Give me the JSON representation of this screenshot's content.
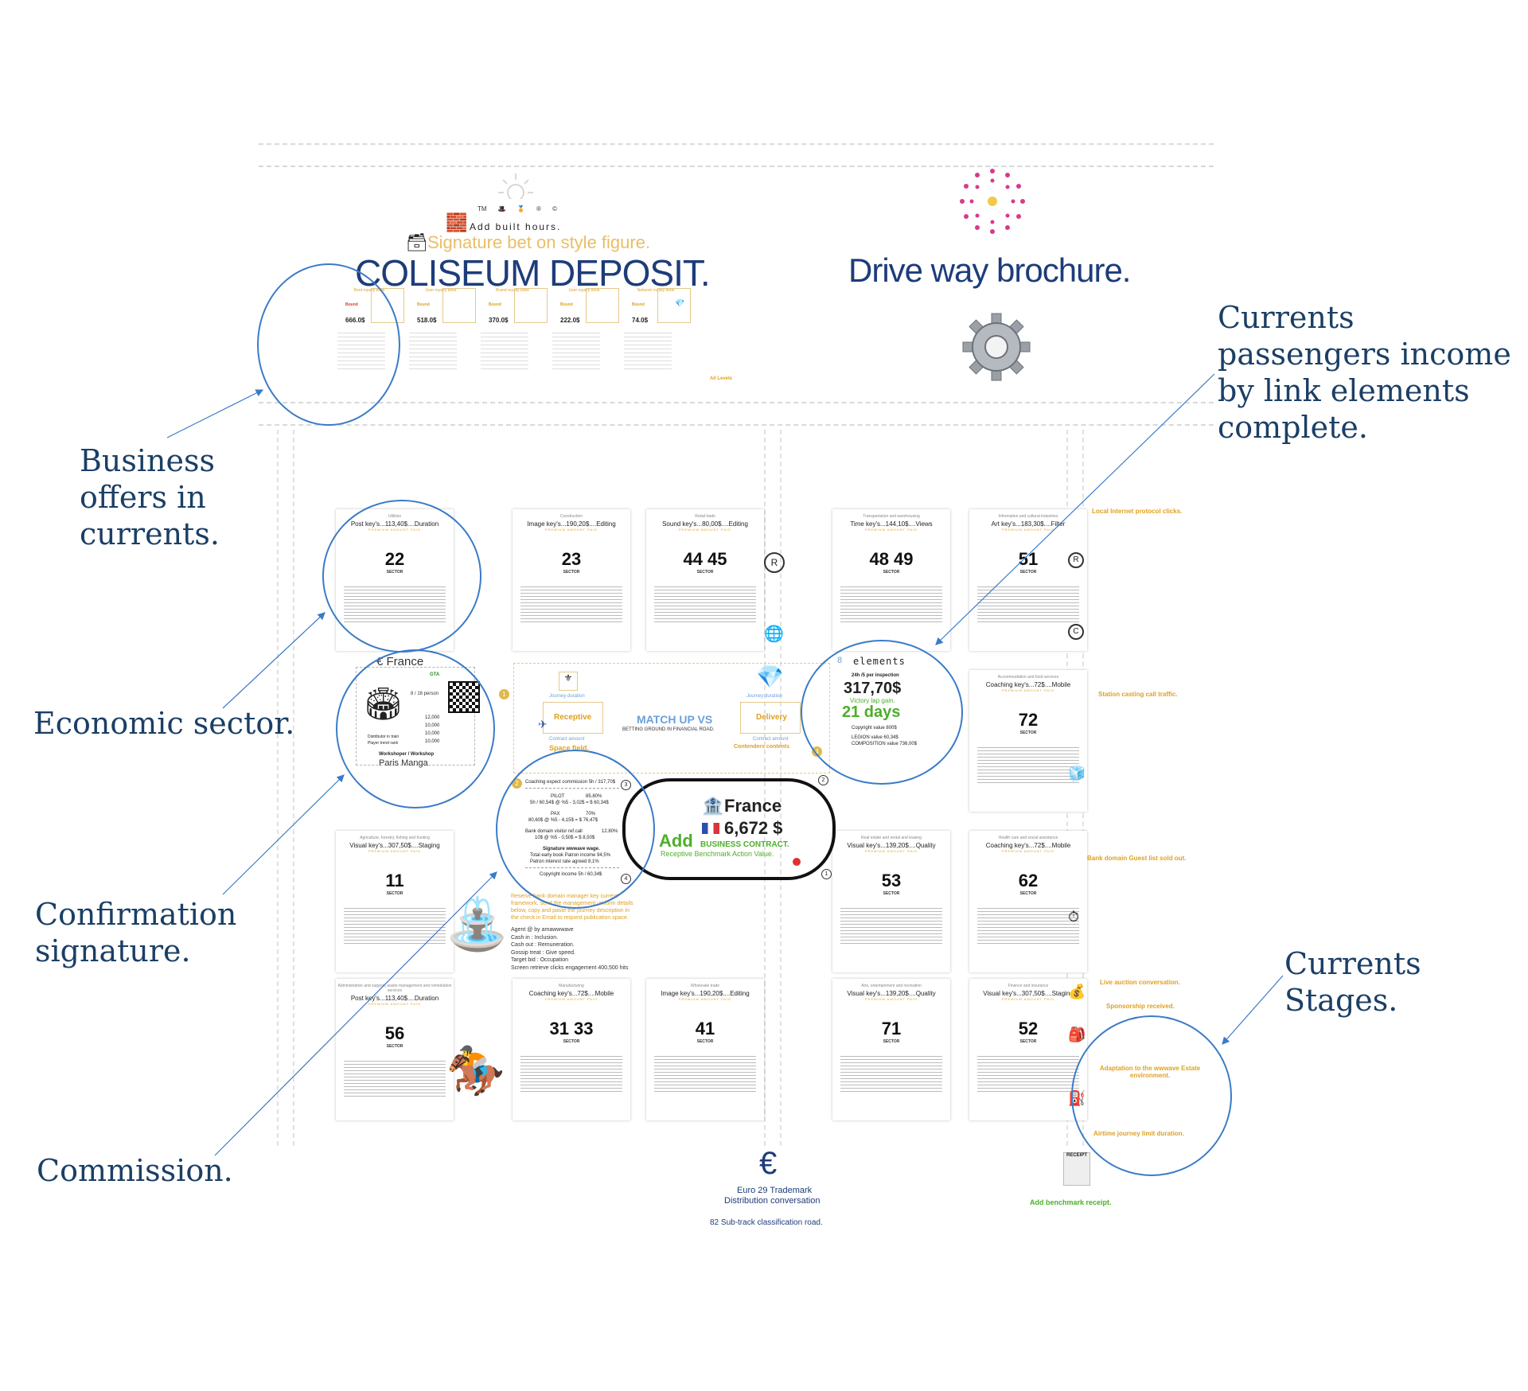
{
  "header": {
    "add_built_hours": "Add built hours.",
    "signature_bet": "Signature bet on style figure.",
    "brand_left": "COLISEUM DEPOSIT.",
    "brand_right": "Drive way brochure.",
    "tiny_icon_labels": [
      "TM",
      "®",
      "©"
    ]
  },
  "royalty_row": {
    "columns": [
      {
        "label": "Rent royalty book",
        "bound": "Bound",
        "value": "666.0$"
      },
      {
        "label": "User royalty book",
        "bound": "Bound",
        "value": "518.0$"
      },
      {
        "label": "Brand royalty book",
        "bound": "Bound",
        "value": "370.0$"
      },
      {
        "label": "User royalty book",
        "bound": "Bound",
        "value": "222.0$"
      },
      {
        "label": "Network royalty book",
        "bound": "Bound",
        "value": "74.0$"
      }
    ],
    "all_levels": "All Levels"
  },
  "callouts": {
    "business_offers": "Business offers in currents.",
    "economic_sector": "Economic sector.",
    "confirmation_signature": "Confirmation signature.",
    "commission": "Commission.",
    "currents_passengers": "Currents passengers income by link elements complete.",
    "currents_stages": "Currents Stages."
  },
  "cards": [
    {
      "category": "Utilities",
      "key": "Post key's...113,40$....Duration",
      "premium": "PREMIUM AMOUNT PAID",
      "number": "22",
      "sector": "SECTOR"
    },
    {
      "category": "Construction",
      "key": "Image key's...190,20$....Editing",
      "premium": "PREMIUM AMOUNT PAID",
      "number": "23",
      "sector": "SECTOR"
    },
    {
      "category": "Retail trade",
      "key": "Sound key's...80,00$....Editing",
      "premium": "PREMIUM AMOUNT PAID",
      "number": "44 45",
      "sector": "SECTOR"
    },
    {
      "category": "Transportation and warehousing",
      "key": "Time key's...144,10$....Views",
      "premium": "PREMIUM AMOUNT PAID",
      "number": "48 49",
      "sector": "SECTOR"
    },
    {
      "category": "Information and cultural industries",
      "key": "Art key's...183,30$....Filter",
      "premium": "PREMIUM AMOUNT PAID",
      "number": "51",
      "sector": "SECTOR"
    },
    {
      "category": "Accommodation and food services",
      "key": "Coaching key's...72$....Mobile",
      "premium": "PREMIUM AMOUNT PAID",
      "number": "72",
      "sector": "SECTOR"
    },
    {
      "category": "Agriculture, forestry, fishing and hunting",
      "key": "Visual key's...307,50$....Staging",
      "premium": "PREMIUM AMOUNT PAID",
      "number": "11",
      "sector": "SECTOR"
    },
    {
      "category": "Real estate and rental and leasing",
      "key": "Visual key's...139,20$....Quality",
      "premium": "PREMIUM AMOUNT PAID",
      "number": "53",
      "sector": "SECTOR"
    },
    {
      "category": "Health care and social assistance",
      "key": "Coaching key's...72$....Mobile",
      "premium": "PREMIUM AMOUNT PAID",
      "number": "62",
      "sector": "SECTOR"
    },
    {
      "category": "Administrative and support, waste management and remediation services",
      "key": "Post key's...113,40$....Duration",
      "premium": "PREMIUM AMOUNT PAID",
      "number": "56",
      "sector": "SECTOR"
    },
    {
      "category": "Manufacturing",
      "key": "Coaching key's...72$....Mobile",
      "premium": "PREMIUM AMOUNT PAID",
      "number": "31 33",
      "sector": "SECTOR"
    },
    {
      "category": "Wholesale trade",
      "key": "Image key's...190,20$....Editing",
      "premium": "PREMIUM AMOUNT PAID",
      "number": "41",
      "sector": "SECTOR"
    },
    {
      "category": "Arts, entertainment and recreation",
      "key": "Visual key's...139,20$....Quality",
      "premium": "PREMIUM AMOUNT PAID",
      "number": "71",
      "sector": "SECTOR"
    },
    {
      "category": "Finance and insurance",
      "key": "Visual key's...307,50$....Staging",
      "premium": "PREMIUM AMOUNT PAID",
      "number": "52",
      "sector": "SECTOR"
    }
  ],
  "france_panel": {
    "title": "€ France",
    "gta": "GTA",
    "persons": "8 / 16 person",
    "values": [
      "12,000",
      "10,000",
      "10,000",
      "10,000"
    ],
    "distributor": "Distributor in train",
    "player": "Player trend rank",
    "workshop": "Workshoper / Workshop",
    "city": "Paris Manga"
  },
  "match": {
    "journey_left": "Journey duration",
    "journey_right": "Journey duration",
    "receptive": "Receptive",
    "delivery": "Delivery",
    "title": "MATCH UP VS",
    "subtitle": "BETTING GROUND IN FINANCIAL ROAD.",
    "contract_left": "Contract amount",
    "contract_right": "Contract amount",
    "space_field": "Space field.",
    "contenders": "Contenders contents"
  },
  "elements_panel": {
    "count": "8",
    "title": "elements",
    "per_inspection": "24h /5 per inspection",
    "amount": "317,70$",
    "gain": "Victory lap gain.",
    "days": "21 days",
    "copyright": "Copyright value 800$",
    "legion": "LEGION value 60,34$",
    "composition": "COMPOSITION value 736,00$"
  },
  "commission_panel": {
    "header": "Coaching expect commission 5h / 317,70$",
    "pilot_label": "PILOT",
    "pilot_pct": "85.80%",
    "pilot_line": "5h / 60,54$ @ %5 - 3,02$ = $ 60,34$",
    "pax_label": "PAX",
    "pax_pct": "70%",
    "pax_line": "80,60$ @ %5 - 4,15$ = $ 76,47$",
    "bank_label": "Bank domain visitor ref.call",
    "bank_pct": "12.80%",
    "bank_line": "10$ @ %5 - 0,50$ = $ 8,50$",
    "signature": "Signature wwwave wage.",
    "total_line": "Total early book Patron income 94,5%",
    "patron_line": "Patron interest rate agreed 8,1%",
    "copyright_line": "Copyright income 5h / 60,34$"
  },
  "france_center": {
    "title": "France",
    "amount": "6,672 $",
    "add": "Add",
    "business": "BUSINESS CONTRACT.",
    "receptive": "Receptive Benchmark Action Value."
  },
  "reserve": {
    "text": "Reserve bank domain manager key current framework, send the management uniform details below, copy and paste the journey description in the check in Email to request publication space.",
    "items": [
      "Agent @ by amawwwave",
      "Cash in : Inclusion.",
      "Cash out : Remuneration.",
      "Gossip treat : Give speed.",
      "Target bid : Occupation",
      "Screen retrieve clicks engagement 400,500 hits"
    ]
  },
  "side_labels": [
    "Local Internet protocol clicks.",
    "Station casting call traffic.",
    "Bank domain Guest list sold out.",
    "Live auction conversation.",
    "Sponsorship received.",
    "Adaptation to the wwwave Estate environment.",
    "Airtime journey limit duration."
  ],
  "footer": {
    "euro_line1": "Euro 29 Trademark",
    "euro_line2": "Distribution conversation",
    "subtrack": "82 Sub-track classification road.",
    "benchmark": "Add benchmark receipt.",
    "receipt": "RECEIPT"
  },
  "colors": {
    "navy": "#1d3c7a",
    "callout": "#1b3f66",
    "gold": "#e0a020",
    "green": "#4caf2a",
    "ring": "#3a7bc8"
  }
}
